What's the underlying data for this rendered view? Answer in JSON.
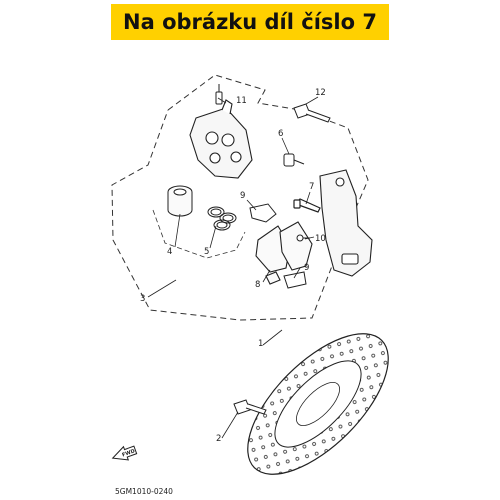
{
  "banner": {
    "title": "Na obrázku díl číslo 7",
    "bg_color": "#ffd000"
  },
  "callouts": {
    "c1": "1",
    "c2": "2",
    "c3": "3",
    "c4": "4",
    "c5": "5",
    "c6": "6",
    "c7": "7",
    "c8": "8",
    "c9a": "9",
    "c9b": "9",
    "c10": "10",
    "c11": "11",
    "c12": "12"
  },
  "fwd_label": "FWD",
  "diagram_code": "5GM1010-0240",
  "highlight_part": "7"
}
